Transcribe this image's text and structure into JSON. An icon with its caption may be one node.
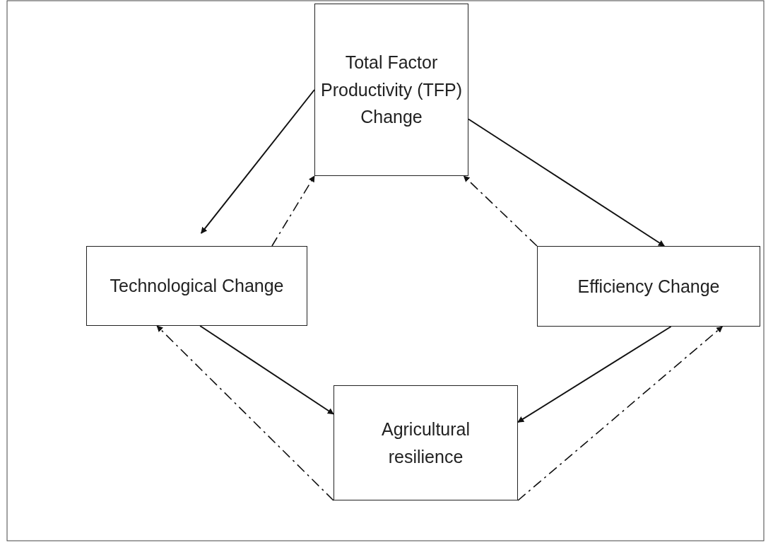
{
  "diagram": {
    "nodes": [
      {
        "text": [
          "Total Factor Productivity (TFP) Change"
        ]
      },
      {
        "text": [
          "Technological Change"
        ]
      },
      {
        "text": [
          "Efficiency Change"
        ]
      },
      {
        "text": [
          "Agricultural resilience"
        ]
      }
    ],
    "edges": [
      {
        "from": 0,
        "to": 1,
        "arrow": "to"
      },
      {
        "from": 1,
        "to": 0,
        "arrow": "to",
        "style": "dashed"
      },
      {
        "from": 0,
        "to": 2,
        "arrow": "to"
      },
      {
        "from": 2,
        "to": 0,
        "arrow": "to",
        "style": "dashed"
      },
      {
        "from": 1,
        "to": 3,
        "arrow": "to"
      },
      {
        "from": 2,
        "to": 3,
        "arrow": "to"
      },
      {
        "from": 3,
        "to": 1,
        "arrow": "to",
        "style": "dashed"
      },
      {
        "from": 3,
        "to": 2,
        "arrow": "to",
        "style": "dashed"
      }
    ]
  }
}
